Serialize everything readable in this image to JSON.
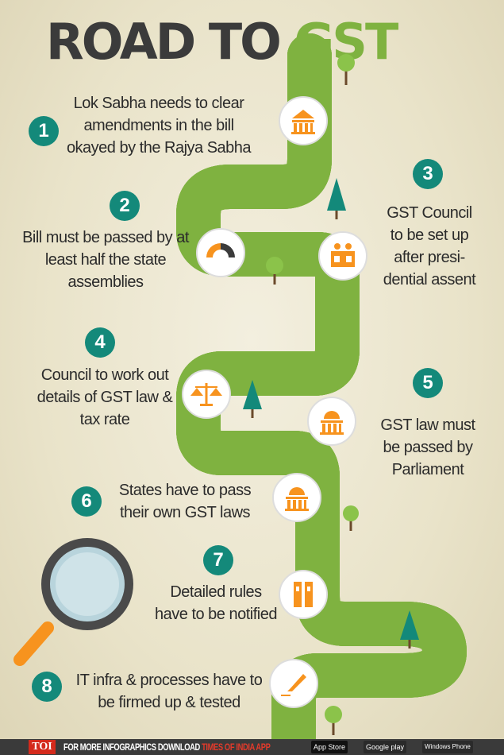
{
  "title": {
    "part1": "ROAD TO ",
    "part2": "GST"
  },
  "colors": {
    "accent_green": "#7fb240",
    "step_teal": "#14897a",
    "icon_orange": "#f7931e",
    "title_gray": "#3b3b3b"
  },
  "steps": [
    {
      "number": "1",
      "text": "Lok Sabha needs to clear amendments in the bill okayed by the Rajya Sabha",
      "icon": "parliament-icon"
    },
    {
      "number": "2",
      "text": "Bill must be passed by at least half the state assemblies",
      "icon": "gauge-icon"
    },
    {
      "number": "3",
      "text": "GST Council to be set up after presi-dential assent",
      "icon": "council-seats-icon"
    },
    {
      "number": "4",
      "text": "Council to work out details of GST law & tax rate",
      "icon": "scales-icon"
    },
    {
      "number": "5",
      "text": "GST law must be passed by Parliament",
      "icon": "parliament-dome-icon"
    },
    {
      "number": "6",
      "text": "States have to pass their own GST laws",
      "icon": "state-building-icon"
    },
    {
      "number": "7",
      "text": "Detailed rules have to be notified",
      "icon": "binders-icon"
    },
    {
      "number": "8",
      "text": "IT infra & processes have to be firmed up & tested",
      "icon": "pen-icon"
    }
  ],
  "footer": {
    "logo": "TOI",
    "text": "FOR MORE  INFOGRAPHICS DOWNLOAD ",
    "highlight": "TIMES OF INDIA  APP",
    "stores": [
      "App Store",
      "Google play",
      "Windows Phone"
    ]
  }
}
